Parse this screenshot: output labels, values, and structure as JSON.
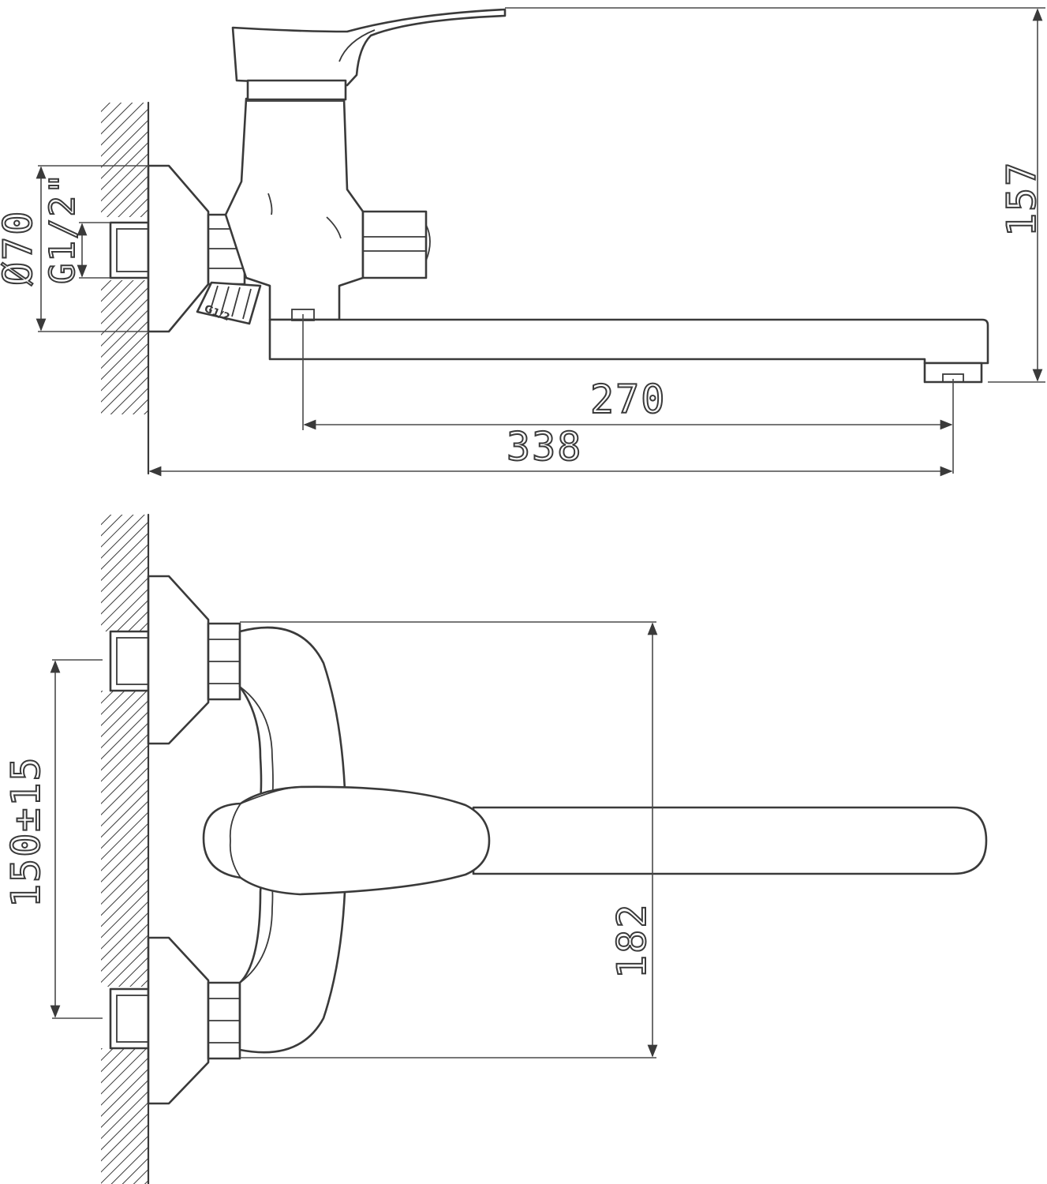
{
  "dimensions": {
    "height_157": "157",
    "diameter_70": "Ø70",
    "thread_g12": "G1/2\"",
    "thread_small": "G1/2",
    "spout_270": "270",
    "overall_338": "338",
    "spacing_150": "150±15",
    "width_182": "182"
  },
  "colors": {
    "line": "#3a3a3a",
    "background": "#ffffff"
  }
}
